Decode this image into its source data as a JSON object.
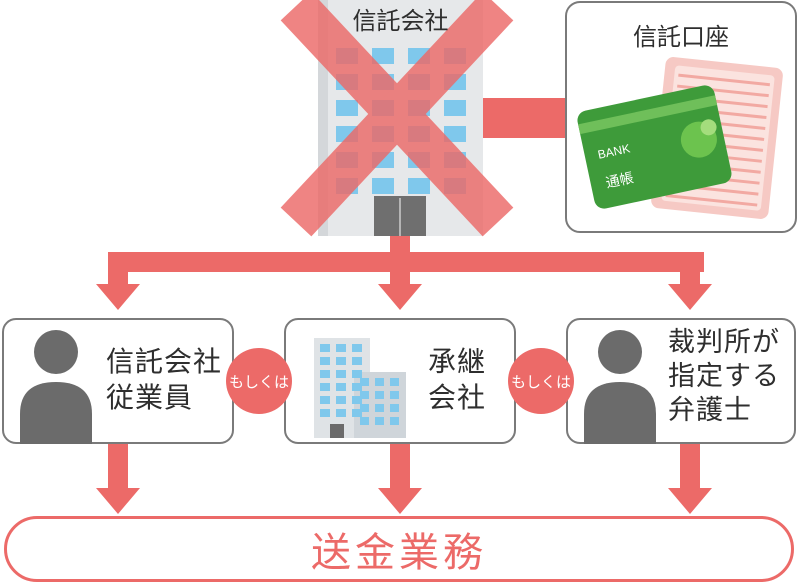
{
  "colors": {
    "accent": "#ec6a68",
    "building": "#e6e8ea",
    "window": "#7fc8ec",
    "person": "#6b6b6b",
    "card_green": "#3e9b3a",
    "passbook": "#f6c9c4"
  },
  "top": {
    "trust_company": "信託会社",
    "trust_account": "信託口座",
    "card_bank_text": "BANK",
    "card_book_text": "通帳"
  },
  "options": [
    {
      "label": "信託会社\n従業員",
      "icon": "person-icon"
    },
    {
      "label": "承継\n会社",
      "icon": "building-icon"
    },
    {
      "label": "裁判所が\n指定する\n弁護士",
      "icon": "person-icon"
    }
  ],
  "connector": "もしくは",
  "result": "送金業務"
}
